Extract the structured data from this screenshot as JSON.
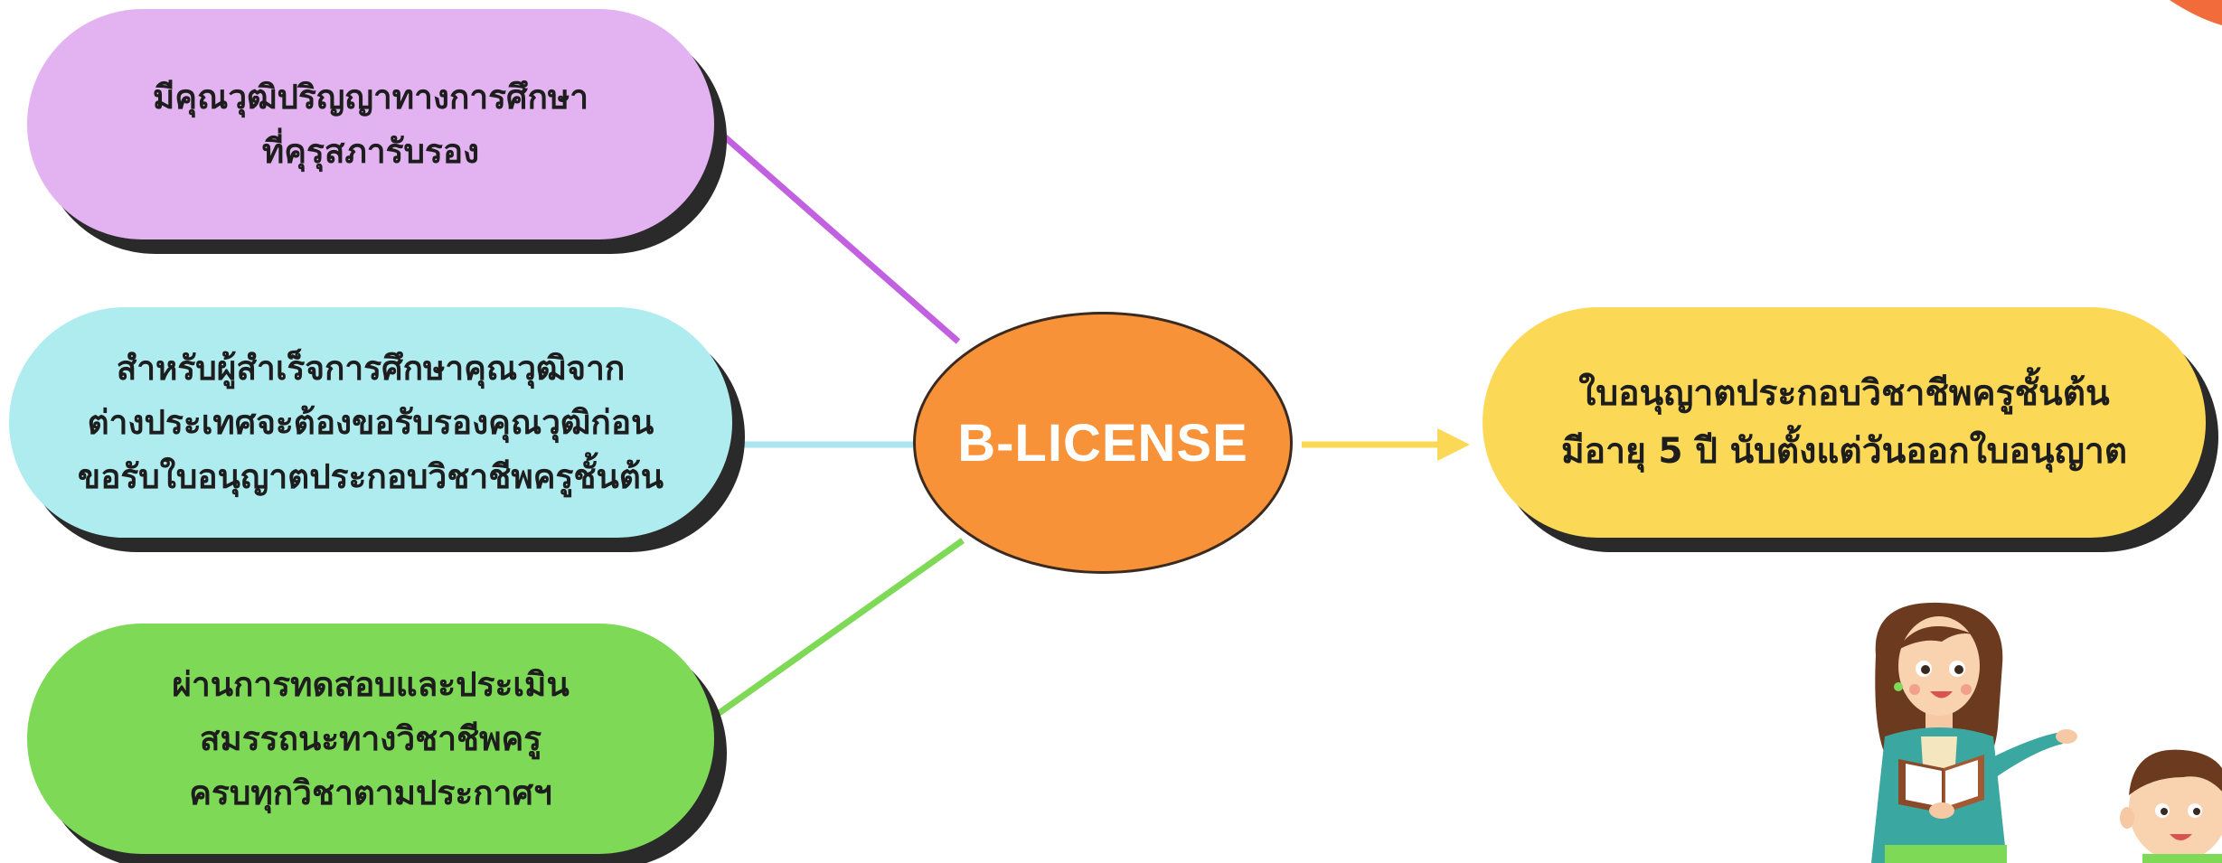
{
  "center": {
    "label": "B-LICENSE",
    "color": "#f79239"
  },
  "requirements": [
    {
      "text": "มีคุณวุฒิปริญญาทางการศึกษา\nที่คุรุสภารับรอง",
      "color": "#e2b3f0",
      "line_color": "#c261e0"
    },
    {
      "text": "สำหรับผู้สำเร็จการศึกษาคุณวุฒิจาก\nต่างประเทศจะต้องขอรับรองคุณวุฒิก่อน\nขอรับใบอนุญาตประกอบวิชาชีพครูชั้นต้น",
      "color": "#afecf0",
      "line_color": "#a9e6ef"
    },
    {
      "text": "ผ่านการทดสอบและประเมิน\nสมรรถนะทางวิชาชีพครู\nครบทุกวิชาตามประกาศฯ",
      "color": "#7ed957",
      "line_color": "#7ed957"
    }
  ],
  "result": {
    "text": "ใบอนุญาตประกอบวิชาชีพครูชั้นต้น\nมีอายุ 5 ปี นับตั้งแต่วันออกใบอนุญาต",
    "color": "#fbd856",
    "arrow_color": "#fbd856"
  }
}
